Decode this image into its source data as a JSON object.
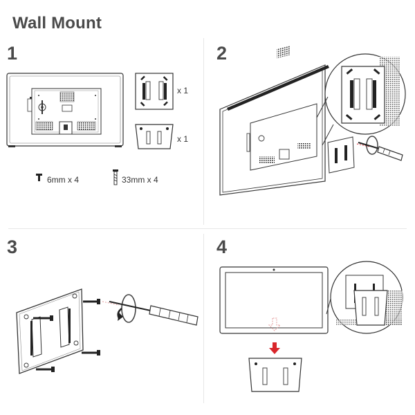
{
  "title": "Wall Mount",
  "steps": [
    "1",
    "2",
    "3",
    "4"
  ],
  "parts": {
    "bracket_a_qty": "x 1",
    "bracket_b_qty": "x 1",
    "screw_small": "6mm x 4",
    "screw_long": "33mm x 4"
  },
  "colors": {
    "line": "#333333",
    "accent": "#d9262b",
    "hint": "#e39a9a"
  },
  "icons": [
    "screw-icon",
    "screwdriver-icon",
    "rotate-arrow-icon",
    "down-arrow-icon"
  ]
}
